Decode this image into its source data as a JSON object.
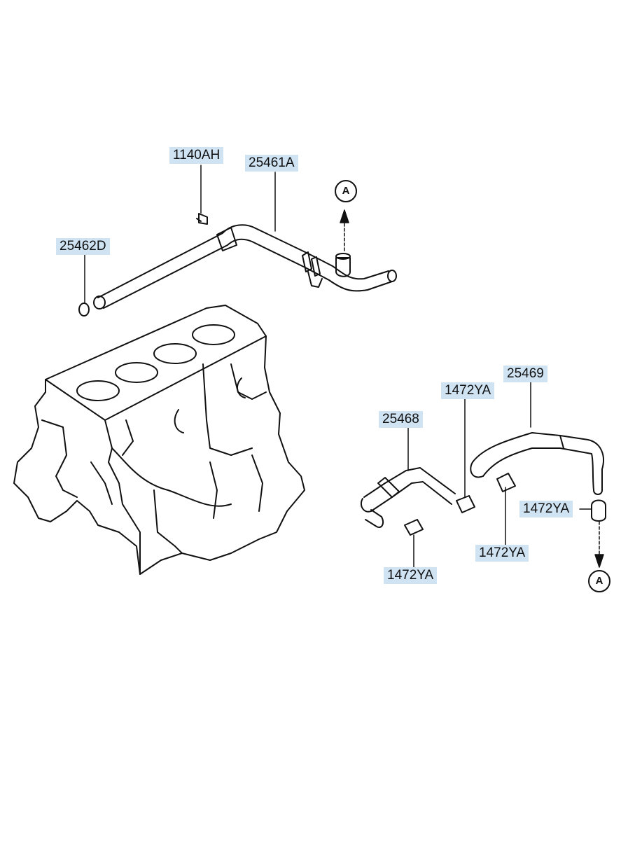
{
  "diagram": {
    "labels": {
      "l1140AH": "1140AH",
      "l25461A": "25461A",
      "l25462D": "25462D",
      "l25469": "25469",
      "l1472YA_top": "1472YA",
      "l25468": "25468",
      "l1472YA_right": "1472YA",
      "l1472YA_mid": "1472YA",
      "l1472YA_bottom": "1472YA"
    },
    "markers": {
      "top": "A",
      "bottom": "A"
    },
    "colors": {
      "label_background": "#cfe3f3",
      "line": "#111111"
    }
  }
}
